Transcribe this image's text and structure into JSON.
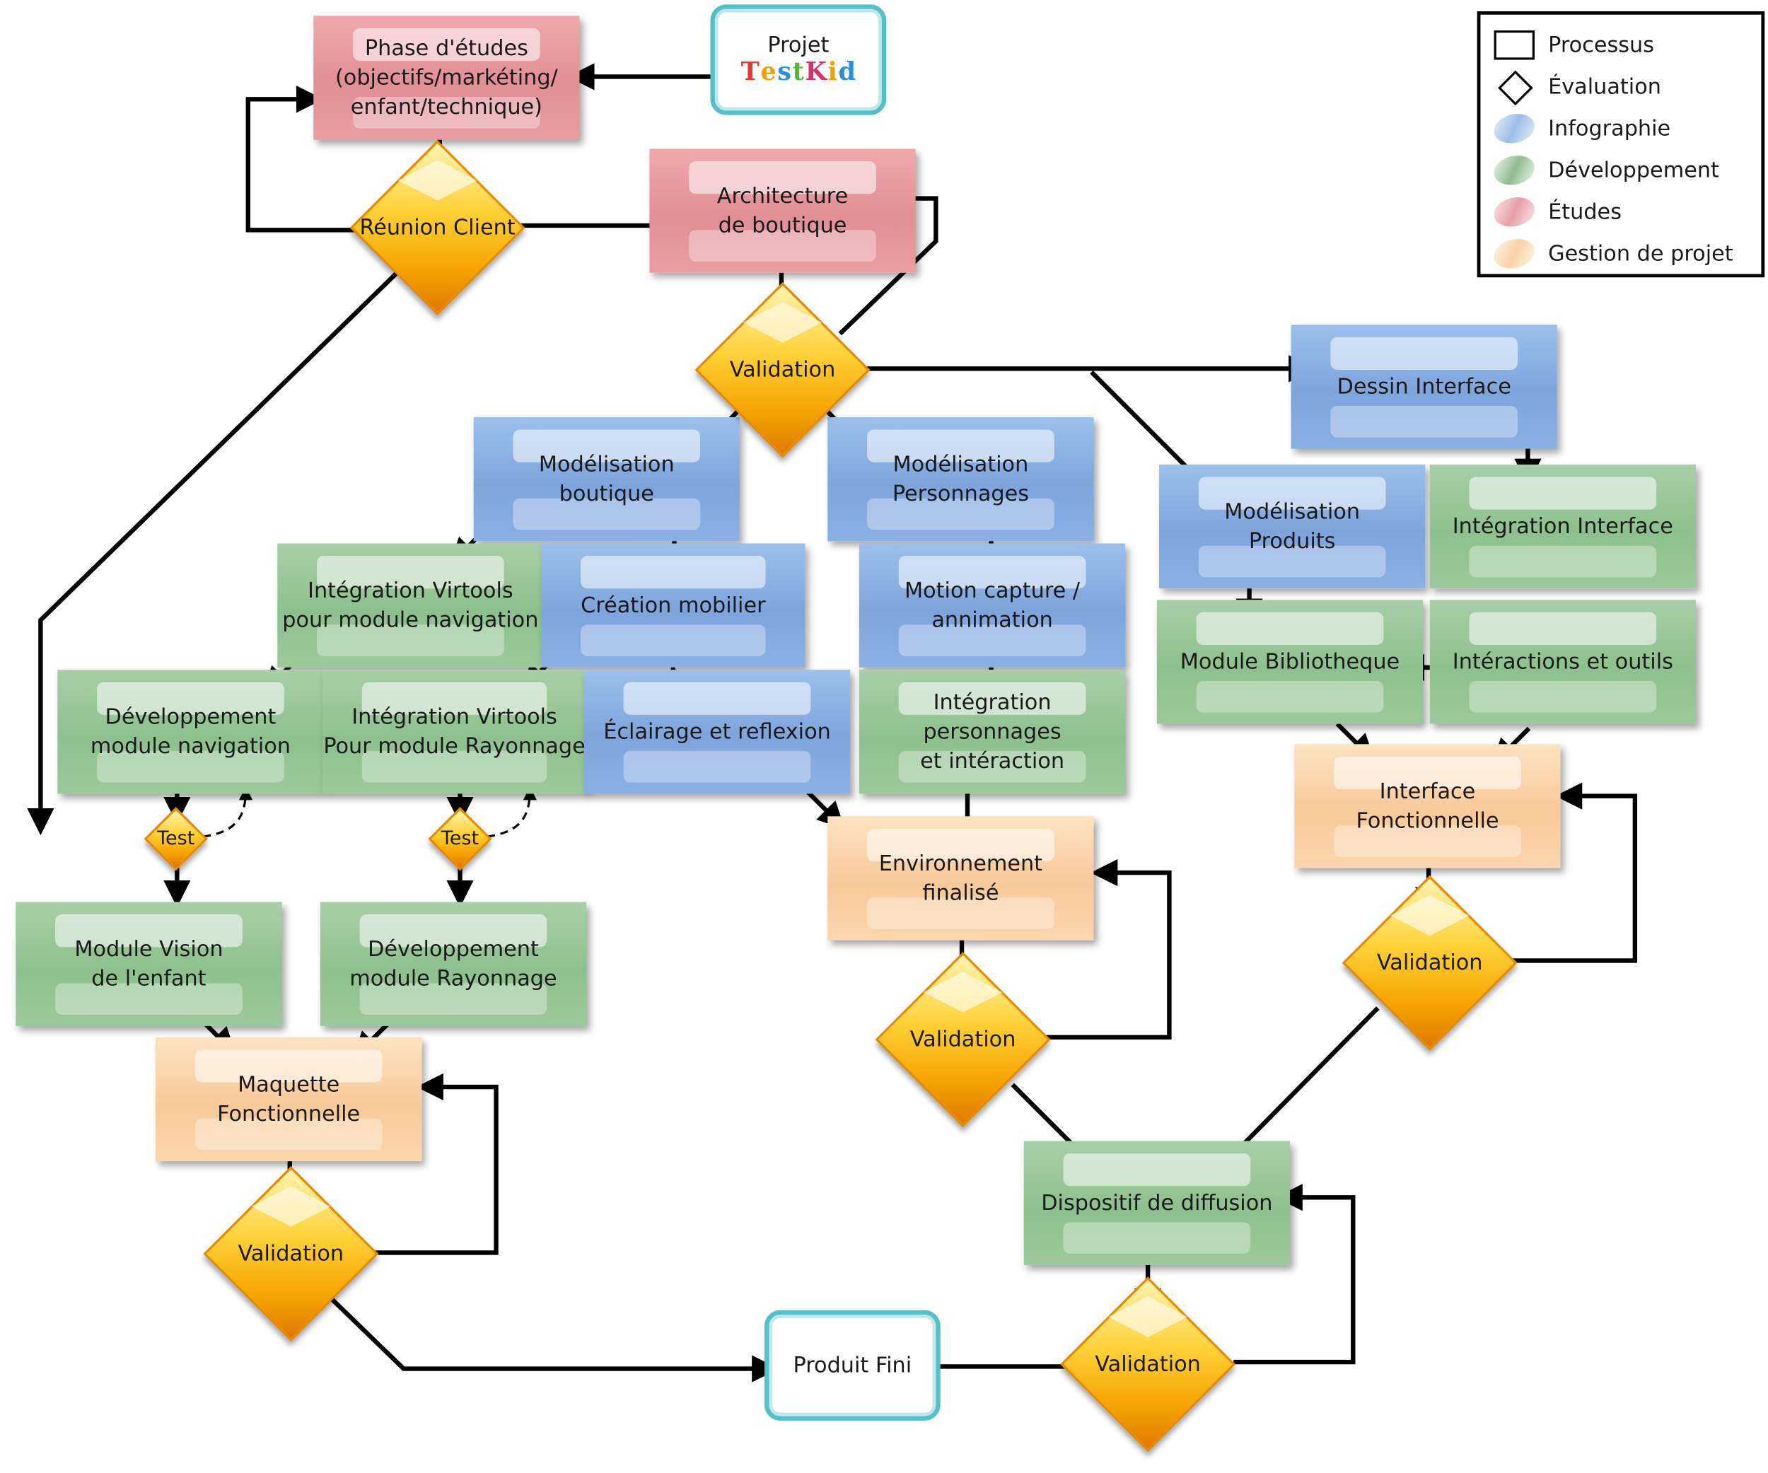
{
  "colors": {
    "infographie": "#8bb0e4",
    "developpement": "#9cc99c",
    "etudes": "#ea9ea3",
    "gestion": "#fbd6ae",
    "evaluation": "#f6a300",
    "terminal": "#56c0c8"
  },
  "legend": {
    "processus": "Processus",
    "evaluation": "Évaluation",
    "infographie": "Infographie",
    "developpement": "Développement",
    "etudes": "Études",
    "gestion": "Gestion de projet"
  },
  "terminals": {
    "projet": "Projet",
    "logo": "TestKid",
    "produit": "Produit Fini"
  },
  "nodes": {
    "phase": "Phase d'études\n(objectifs/markéting/\nenfant/technique)",
    "architecture": "Architecture\nde boutique",
    "dessin": "Dessin Interface",
    "mod_boutique": "Modélisation\nboutique",
    "mod_perso": "Modélisation\nPersonnages",
    "mod_produits": "Modélisation\nProduits",
    "integ_interface": "Intégration Interface",
    "integ_nav": "Intégration Virtools\npour module navigation",
    "creation": "Création mobilier",
    "motion": "Motion capture /\nannimation",
    "biblio": "Module Bibliotheque",
    "interactions": "Intéractions et outils",
    "dev_nav": "Développement\nmodule navigation",
    "integ_rayon": "Intégration Virtools\nPour module Rayonnage",
    "eclairage": "Éclairage et reflexion",
    "integ_perso": "Intégration\npersonnages\net intéraction",
    "interface_fonc": "Interface\nFonctionnelle",
    "environnement": "Environnement\nfinalisé",
    "vision": "Module Vision\nde l'enfant",
    "dev_rayon": "Développement\nmodule Rayonnage",
    "maquette": "Maquette\nFonctionnelle",
    "diffusion": "Dispositif de diffusion"
  },
  "decisions": {
    "reunion": "Réunion Client",
    "validation_archi": "Validation",
    "test_nav": "Test",
    "test_rayon": "Test",
    "validation_env": "Validation",
    "validation_interface": "Validation",
    "validation_maquette": "Validation",
    "validation_diffusion": "Validation"
  }
}
